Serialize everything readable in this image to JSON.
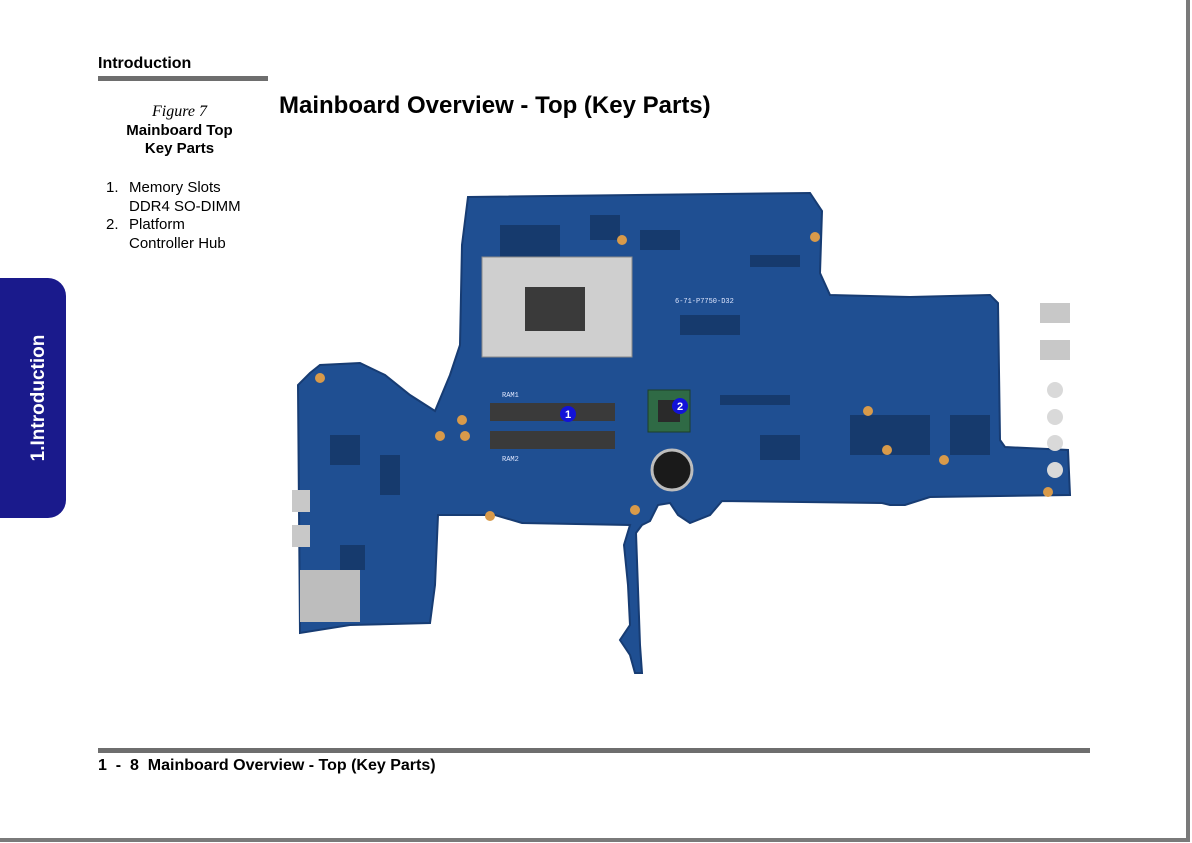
{
  "header": {
    "section": "Introduction"
  },
  "title": "Mainboard Overview - Top (Key Parts)",
  "figure": {
    "label": "Figure 7",
    "caption_line1": "Mainboard Top",
    "caption_line2": "Key Parts",
    "items": [
      {
        "num": "1.",
        "line1": "Memory Slots",
        "line2": "DDR4 SO-DIMM"
      },
      {
        "num": "2.",
        "line1": "Platform",
        "line2": "Controller Hub"
      }
    ]
  },
  "side_tab": "1.Introduction",
  "board": {
    "markers": [
      "1",
      "2"
    ],
    "silkscreen": {
      "ram1": "RAM1",
      "ram2": "RAM2",
      "part_number": "6-71-P7750-D32"
    },
    "colors": {
      "pcb": "#1f4f92",
      "marker": "#1212d8"
    }
  },
  "footer": {
    "text": "1  -  8  Mainboard Overview - Top (Key Parts)"
  }
}
